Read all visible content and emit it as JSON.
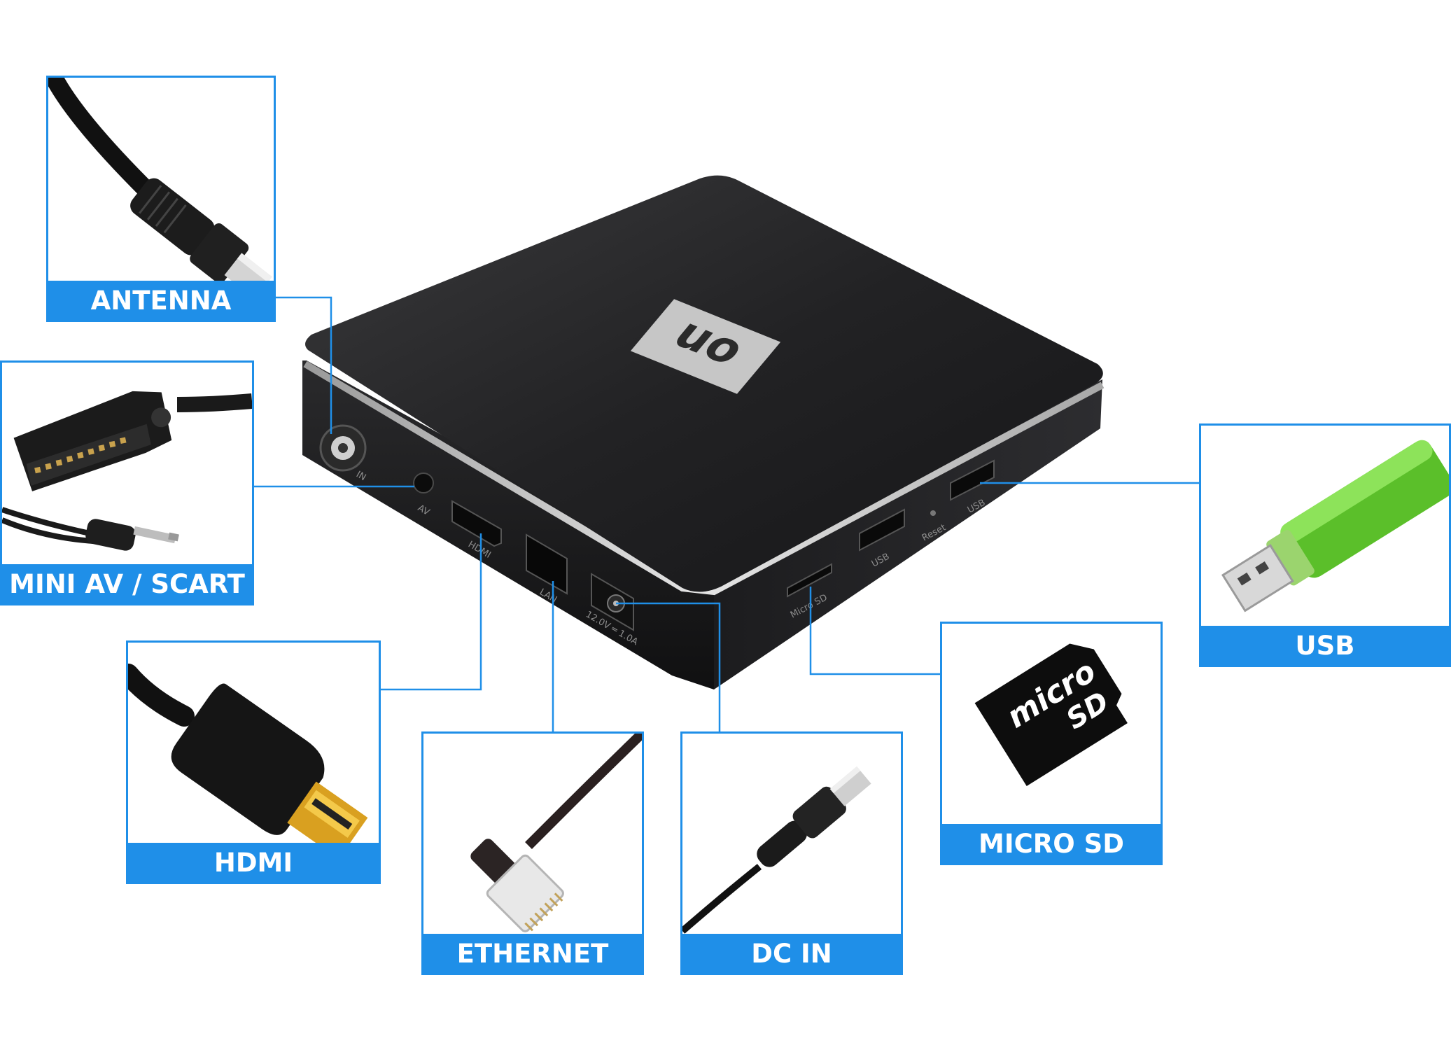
{
  "brand": {
    "logo_text": "on",
    "accent_color": "#1f8fe8"
  },
  "device": {
    "ports": {
      "antenna": "IN",
      "av": "AV",
      "hdmi": "HDMI",
      "lan": "LAN",
      "power": "12.0V ═ 1.0A",
      "micro_sd": "Micro SD",
      "usb_1": "USB",
      "reset": "Reset",
      "usb_2": "USB"
    }
  },
  "connections": [
    {
      "label": "ANTENNA",
      "icon": "coax-plug-icon"
    },
    {
      "label": "MINI AV / SCART",
      "icon": "scart-plug-icon"
    },
    {
      "label": "HDMI",
      "icon": "hdmi-plug-icon"
    },
    {
      "label": "ETHERNET",
      "icon": "rj45-plug-icon"
    },
    {
      "label": "DC IN",
      "icon": "dc-plug-icon"
    },
    {
      "label": "MICRO SD",
      "icon": "micro-sd-card-icon"
    },
    {
      "label": "USB",
      "icon": "usb-stick-icon"
    }
  ],
  "micro_sd_card_text": [
    "micro",
    "SD"
  ]
}
